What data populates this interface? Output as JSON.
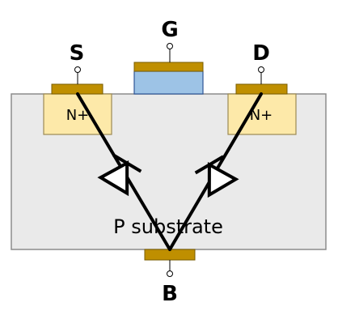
{
  "terminals": {
    "source": "S",
    "gate": "G",
    "drain": "D",
    "body": "B"
  },
  "regions": {
    "source_doping": "N+",
    "drain_doping": "N+",
    "substrate": "P substrate"
  },
  "colors": {
    "substrate_fill": "#eaeaea",
    "substrate_stroke": "#8c8c8c",
    "n_region_fill": "#fde9a9",
    "n_region_stroke": "#9c8a55",
    "metal_contact": "#bf8f00",
    "metal_stroke": "#7a5c00",
    "gate_oxide": "#9dc3e6",
    "gate_oxide_stroke": "#2f5597",
    "wire": "#000000",
    "diode_fill": "#ffffff",
    "pin_fill": "#ffffff"
  },
  "icons": {
    "body_source_diode": "diode-symbol",
    "body_drain_diode": "diode-symbol"
  }
}
